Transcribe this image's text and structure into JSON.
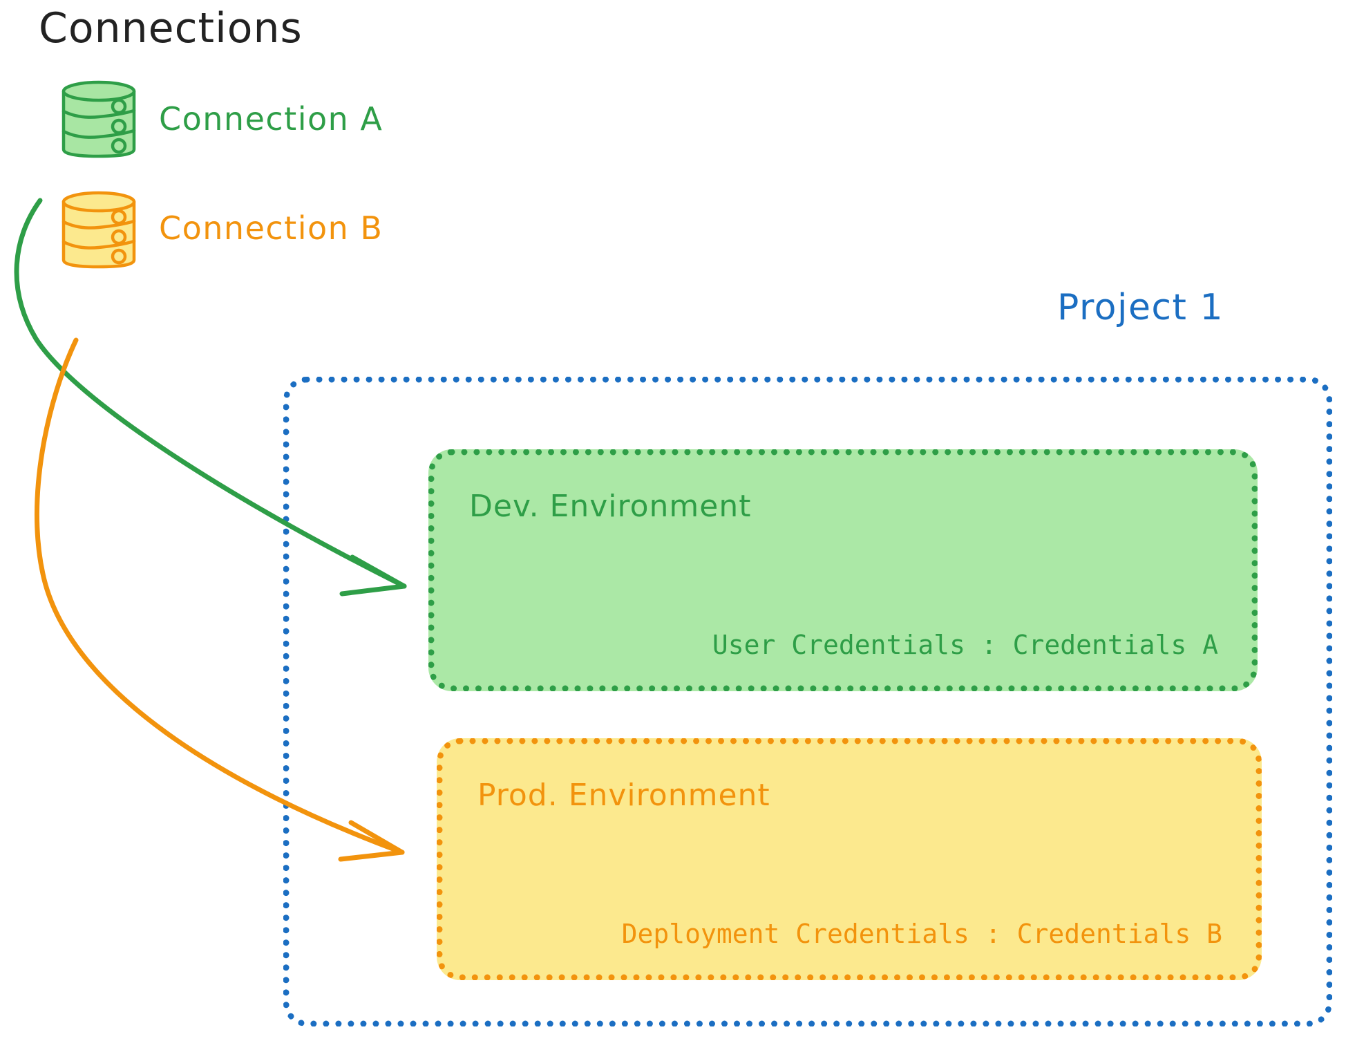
{
  "header": {
    "title": "Connections"
  },
  "connections": [
    {
      "id": "connection-a",
      "label": "Connection A",
      "color": "#2E9E47",
      "fill": "#A8E6A3",
      "icon": "database-cylinder-icon"
    },
    {
      "id": "connection-b",
      "label": "Connection B",
      "color": "#F2930D",
      "fill": "#FCE98E",
      "icon": "database-cylinder-icon"
    }
  ],
  "project": {
    "title": "Project 1",
    "color": "#1B6EC2",
    "environments": [
      {
        "id": "dev-environment",
        "title": "Dev. Environment",
        "credentials": "User Credentials : Credentials A",
        "color": "#2E9E47",
        "fill": "#ABE8A6"
      },
      {
        "id": "prod-environment",
        "title": "Prod. Environment",
        "credentials": "Deployment Credentials : Credentials B",
        "color": "#F2930D",
        "fill": "#FCE98E"
      }
    ]
  },
  "arrows": [
    {
      "id": "arrow-connection-a-to-dev",
      "from": "Connection A",
      "to": "Dev. Environment",
      "color": "#2E9E47"
    },
    {
      "id": "arrow-connection-b-to-prod",
      "from": "Connection B",
      "to": "Prod. Environment",
      "color": "#F2930D"
    }
  ],
  "colors": {
    "title": "#222222",
    "green": "#2E9E47",
    "green_fill": "#ABE8A6",
    "orange": "#F2930D",
    "orange_fill": "#FCE98E",
    "blue": "#1B6EC2",
    "background": "#FFFFFF"
  }
}
